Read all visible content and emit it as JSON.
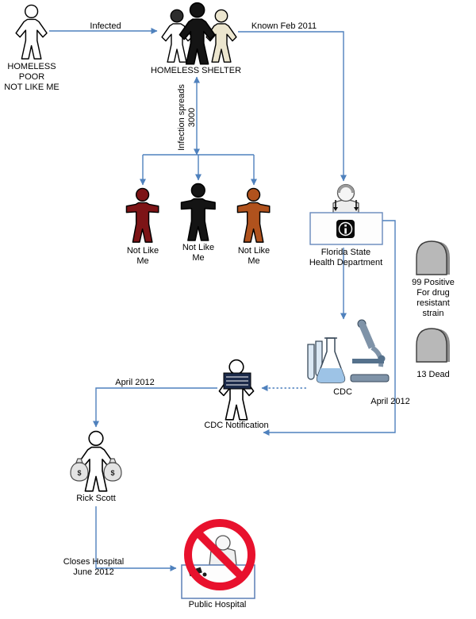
{
  "diagram_type": "outbreak-flowchart",
  "colors": {
    "edge_blue": "#4f81bd",
    "figure_white": "#ffffff",
    "figure_black": "#141414",
    "figure_beige": "#ece6cf",
    "figure_darkred": "#7d1416",
    "figure_brown": "#b0521d",
    "tombstone_gray": "#b8b8b8",
    "prohibition_red": "#e8112d",
    "liquid_blue": "#9dc3e6"
  },
  "labels": {
    "homeless_poor": "HOMELESS\nPOOR\nNOT LIKE ME",
    "infected": "Infected",
    "homeless_shelter": "HOMELESS SHELTER",
    "known_feb_2011": "Known Feb 2011",
    "infection_spreads": "Infection spreads\n3000",
    "not_like_me_1": "Not Like\nMe",
    "not_like_me_2": "Not Like\nMe",
    "not_like_me_3": "Not Like\nMe",
    "health_department": "Florida State\nHealth Department",
    "positive_strain": "99 Positive\nFor drug resistant\nstrain",
    "dead": "13 Dead",
    "cdc": "CDC",
    "april_2012_right": "April 2012",
    "cdc_notification": "CDC Notification",
    "april_2012_left": "April 2012",
    "rick_scott": "Rick Scott",
    "closes_hospital": "Closes Hospital\nJune 2012",
    "public_hospital": "Public Hospital",
    "money_bag": "$"
  }
}
